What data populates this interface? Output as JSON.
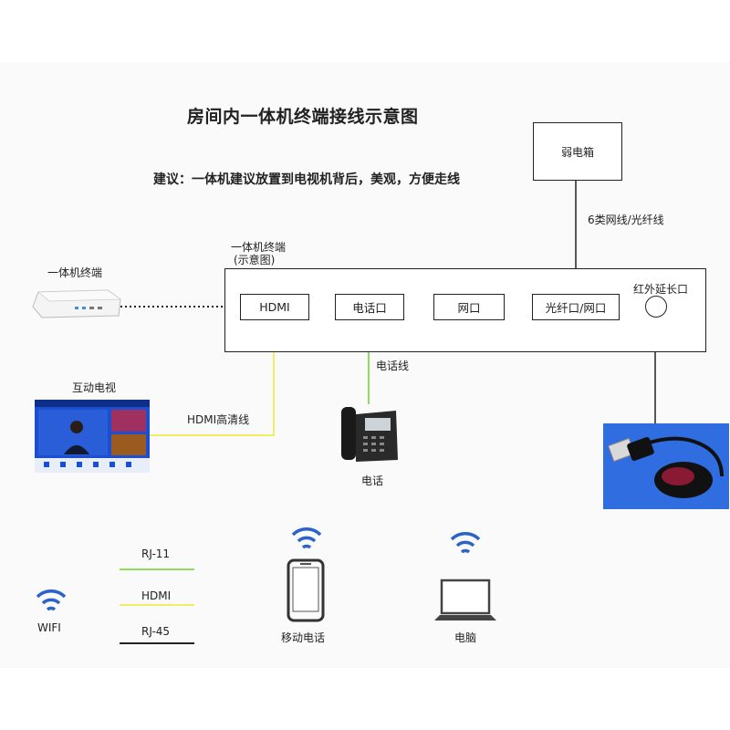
{
  "title": "房间内一体机终端接线示意图",
  "note": "建议：一体机建议放置到电视机背后，美观，方便走线",
  "weak_box": {
    "label": "弱电箱"
  },
  "weak_cable_label": "6类网线/光纤线",
  "terminal_caption": {
    "line1": "一体机终端",
    "line2": "(示意图)"
  },
  "terminal_device_label": "一体机终端",
  "ports": {
    "hdmi": "HDMI",
    "phone": "电话口",
    "lan": "网口",
    "fiber": "光纤口/网口",
    "ir": "红外延长口"
  },
  "tv": {
    "label": "互动电视"
  },
  "hdmi_cable_label": "HDMI高清线",
  "phone_cable_label": "电话线",
  "phone": {
    "label": "电话"
  },
  "legend": {
    "rj11": "RJ-11",
    "hdmi": "HDMI",
    "rj45": "RJ-45"
  },
  "wifi_label": "WIFI",
  "mobile_label": "移动电话",
  "computer_label": "电脑",
  "colors": {
    "rj11": "#8ee05a",
    "hdmi": "#f2ee63",
    "rj45": "#222222",
    "tv_screen": "#1b4fd1",
    "ir_bg": "#2f6de0",
    "wifi": "#2b63c9"
  }
}
